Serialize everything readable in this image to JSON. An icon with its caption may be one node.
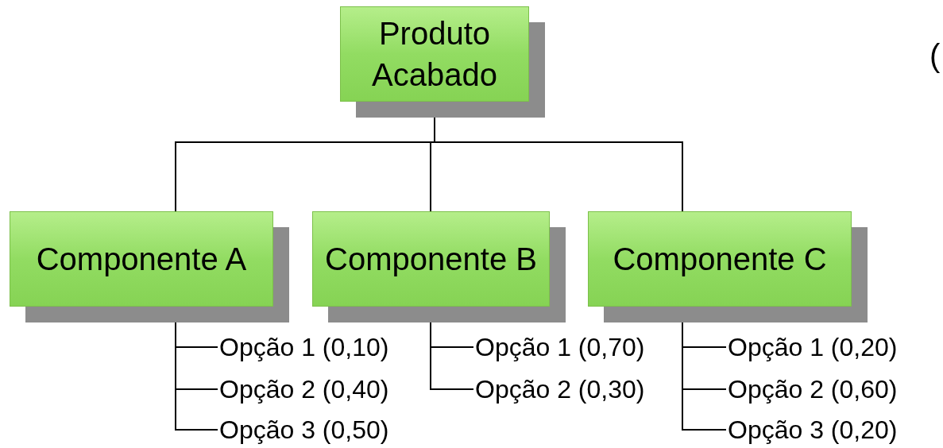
{
  "diagram": {
    "nodes": [
      {
        "text": [
          "Produto Acabado"
        ]
      },
      {
        "text": [
          "Componente A"
        ]
      },
      {
        "text": [
          "Componente B"
        ]
      },
      {
        "text": [
          "Componente C"
        ]
      },
      {
        "text": [
          "Opção 1 (0,10)"
        ]
      },
      {
        "text": [
          "Opção 2 (0,40)"
        ]
      },
      {
        "text": [
          "Opção 3 (0,50)"
        ]
      },
      {
        "text": [
          "Opção 1 (0,70)"
        ]
      },
      {
        "text": [
          "Opção 2 (0,30)"
        ]
      },
      {
        "text": [
          "Opção 1 (0,20)"
        ]
      },
      {
        "text": [
          "Opção 2 (0,60)"
        ]
      },
      {
        "text": [
          "Opção 3 (0,20)"
        ]
      }
    ],
    "edges": [
      {
        "from": 0,
        "to": 1,
        "arrow": "none"
      },
      {
        "from": 0,
        "to": 2,
        "arrow": "none"
      },
      {
        "from": 0,
        "to": 3,
        "arrow": "none"
      },
      {
        "from": 1,
        "to": 4,
        "arrow": "none"
      },
      {
        "from": 1,
        "to": 5,
        "arrow": "none"
      },
      {
        "from": 1,
        "to": 6,
        "arrow": "none"
      },
      {
        "from": 2,
        "to": 7,
        "arrow": "none"
      },
      {
        "from": 2,
        "to": 8,
        "arrow": "none"
      },
      {
        "from": 3,
        "to": 9,
        "arrow": "none"
      },
      {
        "from": 3,
        "to": 10,
        "arrow": "none"
      },
      {
        "from": 3,
        "to": 11,
        "arrow": "none"
      }
    ],
    "labels": [
      "("
    ]
  }
}
